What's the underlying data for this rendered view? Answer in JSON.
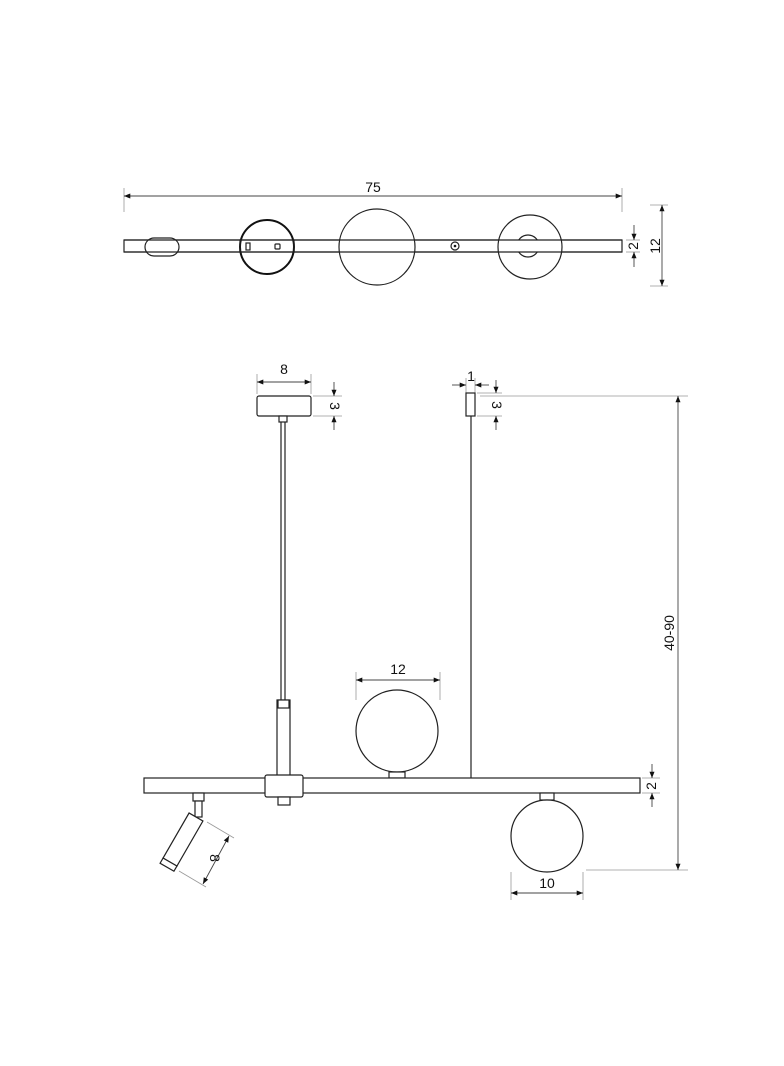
{
  "top_view": {
    "width_label": "75",
    "bar_height_label": "2",
    "total_depth_label": "12"
  },
  "front_view": {
    "canopy_width_label": "8",
    "canopy_height_label": "3",
    "cable_anchor_width_label": "1",
    "cable_anchor_height_label": "3",
    "drop_height_label": "40-90",
    "upper_globe_label": "12",
    "bar_height_label": "2",
    "lower_globe_label": "10",
    "spotlight_length_label": "8"
  }
}
